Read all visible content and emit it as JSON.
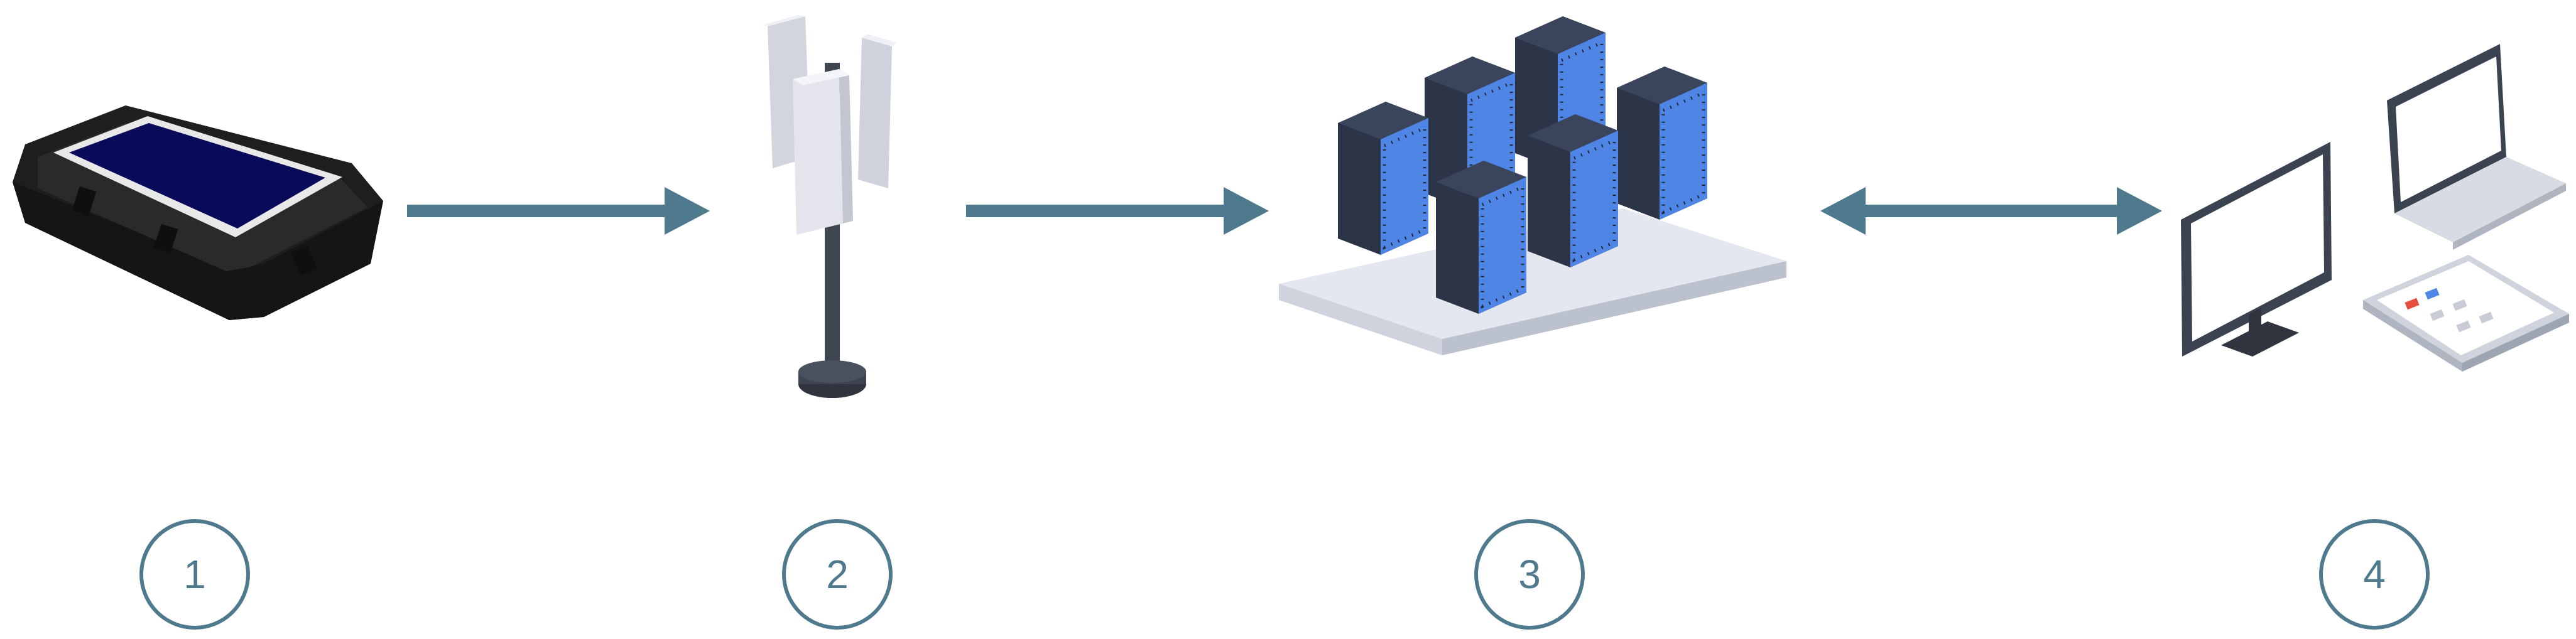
{
  "diagram": {
    "colors": {
      "arrow": "#4f7a8e",
      "circle": "#4f7a8e",
      "case_body": "#1e1e1e",
      "case_screen": "#0a0a5a",
      "screen_frame": "#e8e8e8",
      "antenna_panel": "#e3e4ec",
      "antenna_pole": "#3e4450",
      "server_body": "#2c3547",
      "server_lights": "#6e9dff",
      "platform": "#e4e7ef",
      "monitor_frame": "#3c4350",
      "tablet_body": "#cfd3dc"
    },
    "steps": [
      {
        "number": "1",
        "icon": "rugged-tablet-case-icon"
      },
      {
        "number": "2",
        "icon": "cell-antenna-icon"
      },
      {
        "number": "3",
        "icon": "server-rack-cluster-icon"
      },
      {
        "number": "4",
        "icon": "client-devices-icon"
      }
    ],
    "connectors": [
      {
        "from": "1",
        "to": "2",
        "direction": "forward"
      },
      {
        "from": "2",
        "to": "3",
        "direction": "forward"
      },
      {
        "from": "3",
        "to": "4",
        "direction": "bidirectional"
      }
    ]
  }
}
